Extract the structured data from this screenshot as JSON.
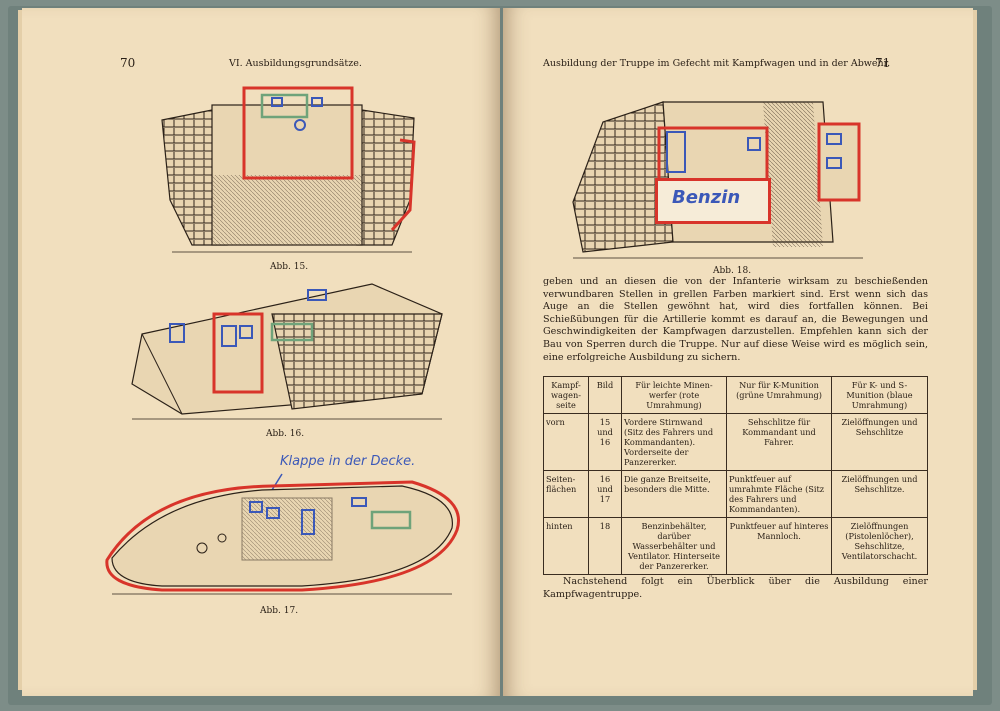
{
  "left_page": {
    "page_number": "70",
    "running_head": "VI. Ausbildungsgrundsätze.",
    "figures": [
      {
        "caption": "Abb. 15."
      },
      {
        "caption": "Abb. 16."
      },
      {
        "caption": "Abb. 17.",
        "annotation": "Klappe in der Decke."
      }
    ]
  },
  "right_page": {
    "page_number": "71",
    "running_head": "Ausbildung der Truppe im Gefecht mit Kampfwagen und in der Abwehr.",
    "figure": {
      "caption": "Abb. 18.",
      "annotation": "Benzin"
    },
    "paragraph_1": "geben und an diesen die von der Infanterie wirksam zu beschießenden verwundbaren Stellen in grellen Farben markiert sind. Erst wenn sich das Auge an die Stellen gewöhnt hat, wird dies fortfallen können. Bei Schießübungen für die Artillerie kommt es darauf an, die Bewegungen und Geschwindigkeiten der Kampfwagen darzustellen. Empfehlen kann sich der Bau von Sperren durch die Truppe. Nur auf diese Weise wird es möglich sein, eine erfolgreiche Ausbildung zu sichern.",
    "table": {
      "headers": [
        "Kampf-wagen-seite",
        "Bild",
        "Für leichte Minen-werfer (rote Umrahmung)",
        "Nur für K-Munition (grüne Umrahmung)",
        "Für K- und S-Munition (blaue Umrahmung)"
      ],
      "rows": [
        [
          "vorn",
          "15 und 16",
          "Vordere Stirnwand (Sitz des Fahrers und Kommandanten). Vorderseite der Panzererker.",
          "Sehschlitze für Kommandant und Fahrer.",
          "Zielöffnungen und Sehschlitze"
        ],
        [
          "Seiten-flächen",
          "16 und 17",
          "Die ganze Breitseite, besonders die Mitte.",
          "Punktfeuer auf umrahmte Fläche (Sitz des Fahrers und Kommandanten).",
          "Zielöffnungen und Sehschlitze."
        ],
        [
          "hinten",
          "18",
          "Benzinbehälter, darüber Wasserbehälter und Ventilator. Hinterseite der Panzererker.",
          "Punktfeuer auf hinteres Mannloch.",
          "Zielöffnungen (Pistolenlöcher), Sehschlitze, Ventilatorschacht."
        ]
      ]
    },
    "paragraph_2": "Nachstehend folgt ein Überblick über die Ausbildung einer Kampfwagentruppe."
  },
  "colors": {
    "page": "#f1dfbe",
    "cover": "#6f817c",
    "red_mark": "#d8342a",
    "green_mark": "#6fa37a",
    "blue_mark": "#3b58b8",
    "ink": "#2b2118"
  }
}
